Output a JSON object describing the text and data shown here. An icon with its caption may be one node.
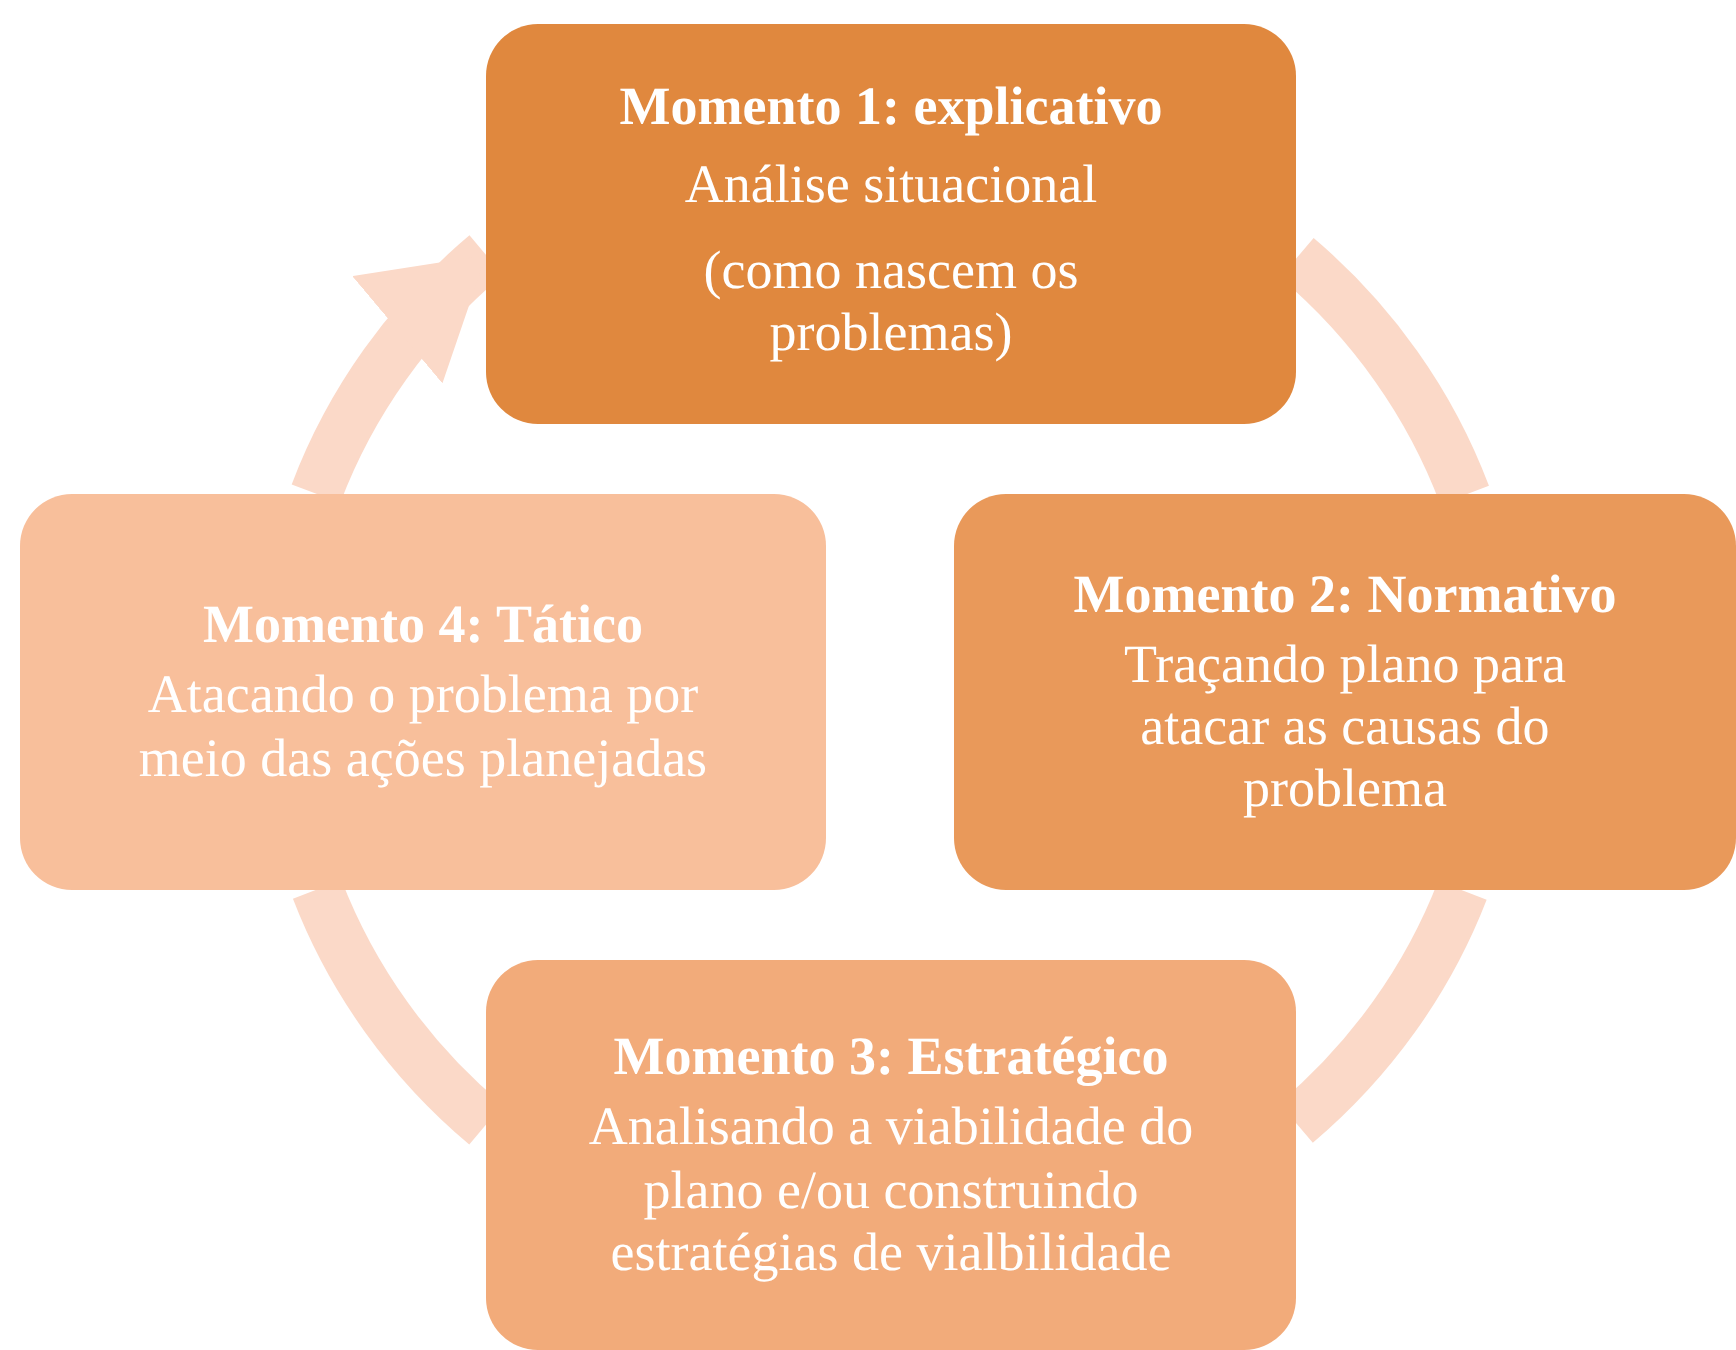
{
  "diagram": {
    "nodes": [
      {
        "text": [
          "Momento 1: explicativo",
          "Análise situacional",
          "(como nascem os problemas)"
        ]
      },
      {
        "text": [
          "Momento 2:  Normativo",
          "Traçando plano para atacar as causas do problema"
        ]
      },
      {
        "text": [
          "Momento 3: Estratégico",
          "Analisando a viabilidade do plano e/ou construindo estratégias  de vialbilidade"
        ]
      },
      {
        "text": [
          "Momento 4: Tático",
          "Atacando o problema por meio das ações planejadas"
        ]
      }
    ],
    "edges": [
      {
        "from": 0,
        "to": 1,
        "arrow": "none"
      },
      {
        "from": 1,
        "to": 2,
        "arrow": "none"
      },
      {
        "from": 2,
        "to": 3,
        "arrow": "none"
      },
      {
        "from": 3,
        "to": 0,
        "arrow": "to"
      }
    ]
  }
}
